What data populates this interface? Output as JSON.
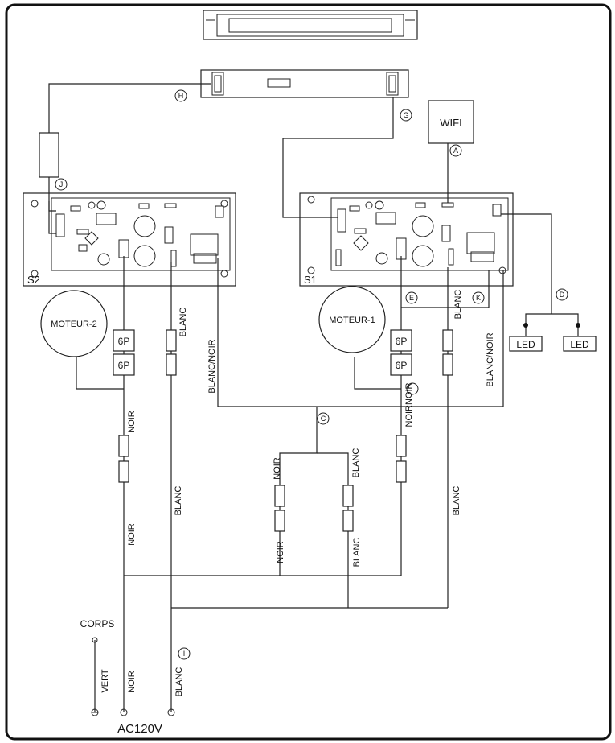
{
  "wires": {
    "blanc_noir": "BLANC/NOIR",
    "blanc": "BLANC",
    "noir": "NOIR",
    "noirnoir": "NOIRNOIR",
    "vert": "VERT"
  },
  "boards": {
    "s1": "S1",
    "s2": "S2"
  },
  "motors": {
    "m1": "MOTEUR-1",
    "m2": "MOTEUR-2"
  },
  "connector": "6P",
  "wifi": "WIFI",
  "led": "LED",
  "corps": "CORPS",
  "supply": "AC120V",
  "markers": {
    "a": "A",
    "c": "C",
    "d": "D",
    "e": "E",
    "g": "G",
    "h": "H",
    "i": "I",
    "j": "J",
    "k": "K"
  }
}
